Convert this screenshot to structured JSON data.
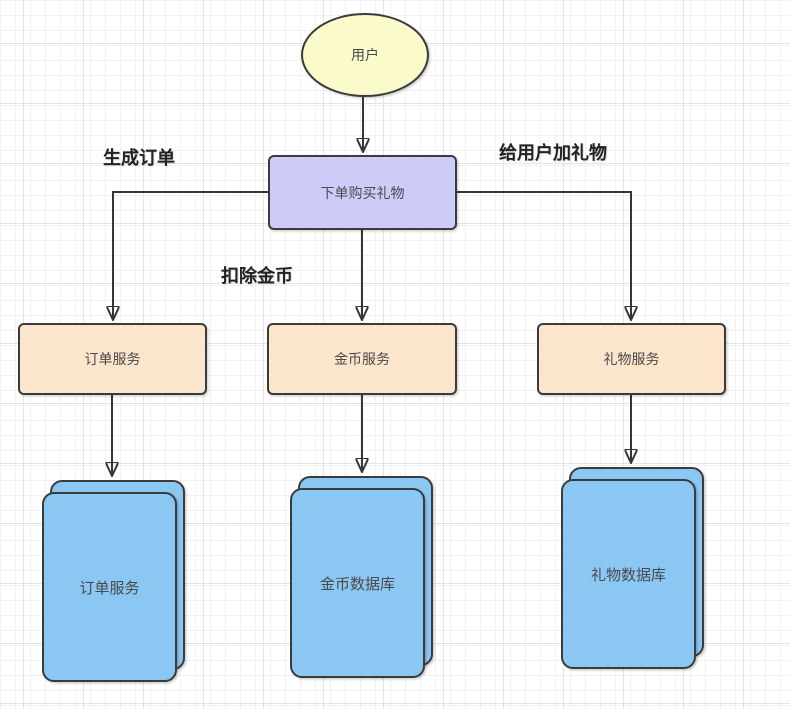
{
  "diagram": {
    "nodes": {
      "user": {
        "label": "用户",
        "shape": "ellipse"
      },
      "buy_action": {
        "label": "下单购买礼物",
        "shape": "rect"
      },
      "order_service": {
        "label": "订单服务",
        "shape": "rect"
      },
      "coin_service": {
        "label": "金币服务",
        "shape": "rect"
      },
      "gift_service": {
        "label": "礼物服务",
        "shape": "rect"
      },
      "order_db": {
        "label": "订单服务",
        "shape": "stacked-cards"
      },
      "coin_db": {
        "label": "金币数据库",
        "shape": "stacked-cards"
      },
      "gift_db": {
        "label": "礼物数据库",
        "shape": "stacked-cards"
      }
    },
    "edge_labels": {
      "create_order": "生成订单",
      "deduct_coins": "扣除金币",
      "add_gift": "给用户加礼物"
    },
    "colors": {
      "user_fill": "#FBFACB",
      "action_fill": "#CDCCF8",
      "service_fill": "#FBE5CD",
      "db_fill": "#8BC7F3",
      "border": "#3B3B3B",
      "arrow": "#363636",
      "node_text": "#4A4A4A",
      "label_text": "#222222",
      "grid_minor": "#F1F1F4",
      "grid_major": "#E4E5E9"
    }
  }
}
